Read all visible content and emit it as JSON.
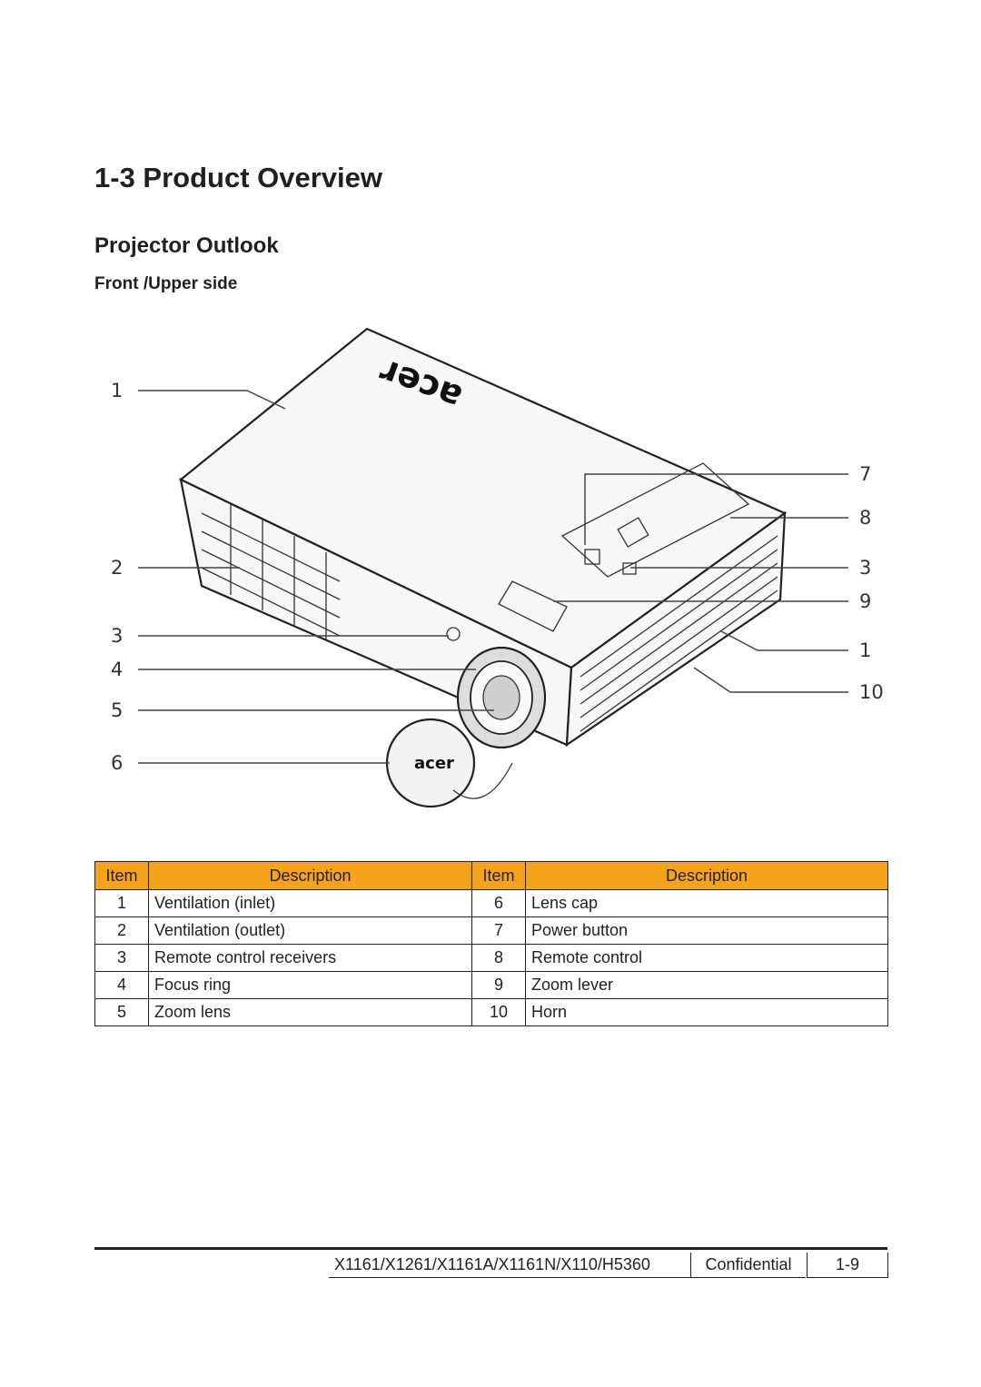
{
  "section_title": "1-3 Product Overview",
  "subsection_title": "Projector Outlook",
  "sub_subsection_title": "Front /Upper side",
  "figure": {
    "brand_logo": "acer",
    "callouts": [
      "1",
      "2",
      "3",
      "4",
      "5",
      "6",
      "7",
      "8",
      "3",
      "9",
      "1",
      "10"
    ]
  },
  "table": {
    "headers": [
      "Item",
      "Description",
      "Item",
      "Description"
    ],
    "rows": [
      [
        "1",
        "Ventilation (inlet)",
        "6",
        "Lens cap"
      ],
      [
        "2",
        "Ventilation (outlet)",
        "7",
        "Power button"
      ],
      [
        "3",
        "Remote control receivers",
        "8",
        "Remote control"
      ],
      [
        "4",
        "Focus ring",
        "9",
        "Zoom lever"
      ],
      [
        "5",
        "Zoom lens",
        "10",
        "Horn"
      ]
    ],
    "header_color": "#f5a31a"
  },
  "footer": {
    "models": "X1161/X1261/X1161A/X1161N/X110/H5360",
    "confidential": "Confidential",
    "page": "1-9"
  }
}
